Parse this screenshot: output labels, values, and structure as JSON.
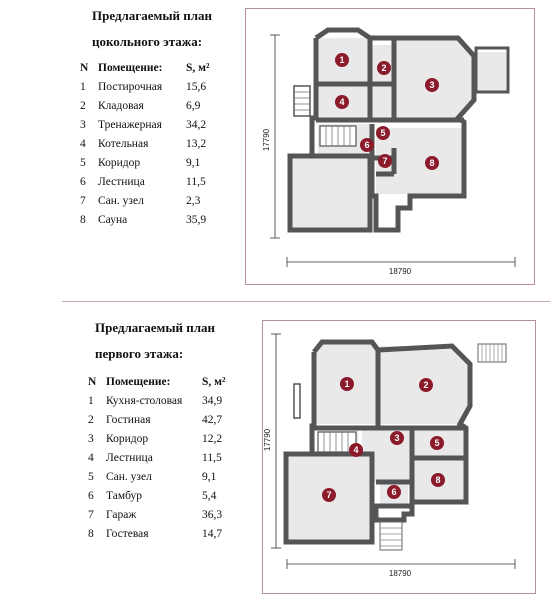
{
  "plan1": {
    "title_line1": "Предлагаемый план",
    "title_line2": "цокольного этажа:",
    "header": {
      "n": "N",
      "name": "Помещение:",
      "s": "S, м²"
    },
    "rows": [
      {
        "n": "1",
        "name": "Постирочная",
        "s": "15,6"
      },
      {
        "n": "2",
        "name": "Кладовая",
        "s": "6,9"
      },
      {
        "n": "3",
        "name": "Тренажерная",
        "s": "34,2"
      },
      {
        "n": "4",
        "name": "Котельная",
        "s": "13,2"
      },
      {
        "n": "5",
        "name": "Коридор",
        "s": "9,1"
      },
      {
        "n": "6",
        "name": "Лестница",
        "s": "11,5"
      },
      {
        "n": "7",
        "name": "Сан. узел",
        "s": "2,3"
      },
      {
        "n": "8",
        "name": "Сауна",
        "s": "35,9"
      }
    ],
    "dim_width": "18790",
    "dim_height": "17790",
    "markers": [
      "1",
      "2",
      "3",
      "4",
      "5",
      "6",
      "7",
      "8"
    ]
  },
  "plan2": {
    "title_line1": "Предлагаемый план",
    "title_line2": "первого этажа:",
    "header": {
      "n": "N",
      "name": "Помещение:",
      "s": "S, м²"
    },
    "rows": [
      {
        "n": "1",
        "name": "Кухня-столовая",
        "s": "34,9"
      },
      {
        "n": "2",
        "name": "Гостиная",
        "s": "42,7"
      },
      {
        "n": "3",
        "name": "Коридор",
        "s": "12,2"
      },
      {
        "n": "4",
        "name": "Лестница",
        "s": "11,5"
      },
      {
        "n": "5",
        "name": "Сан. узел",
        "s": "9,1"
      },
      {
        "n": "6",
        "name": "Тамбур",
        "s": "5,4"
      },
      {
        "n": "7",
        "name": "Гараж",
        "s": "36,3"
      },
      {
        "n": "8",
        "name": "Гостевая",
        "s": "14,7"
      }
    ],
    "dim_width": "18790",
    "dim_height": "17790",
    "markers": [
      "1",
      "2",
      "3",
      "4",
      "5",
      "6",
      "7",
      "8"
    ]
  },
  "colors": {
    "accent": "#8b1a2b",
    "frame": "#b88e99"
  }
}
